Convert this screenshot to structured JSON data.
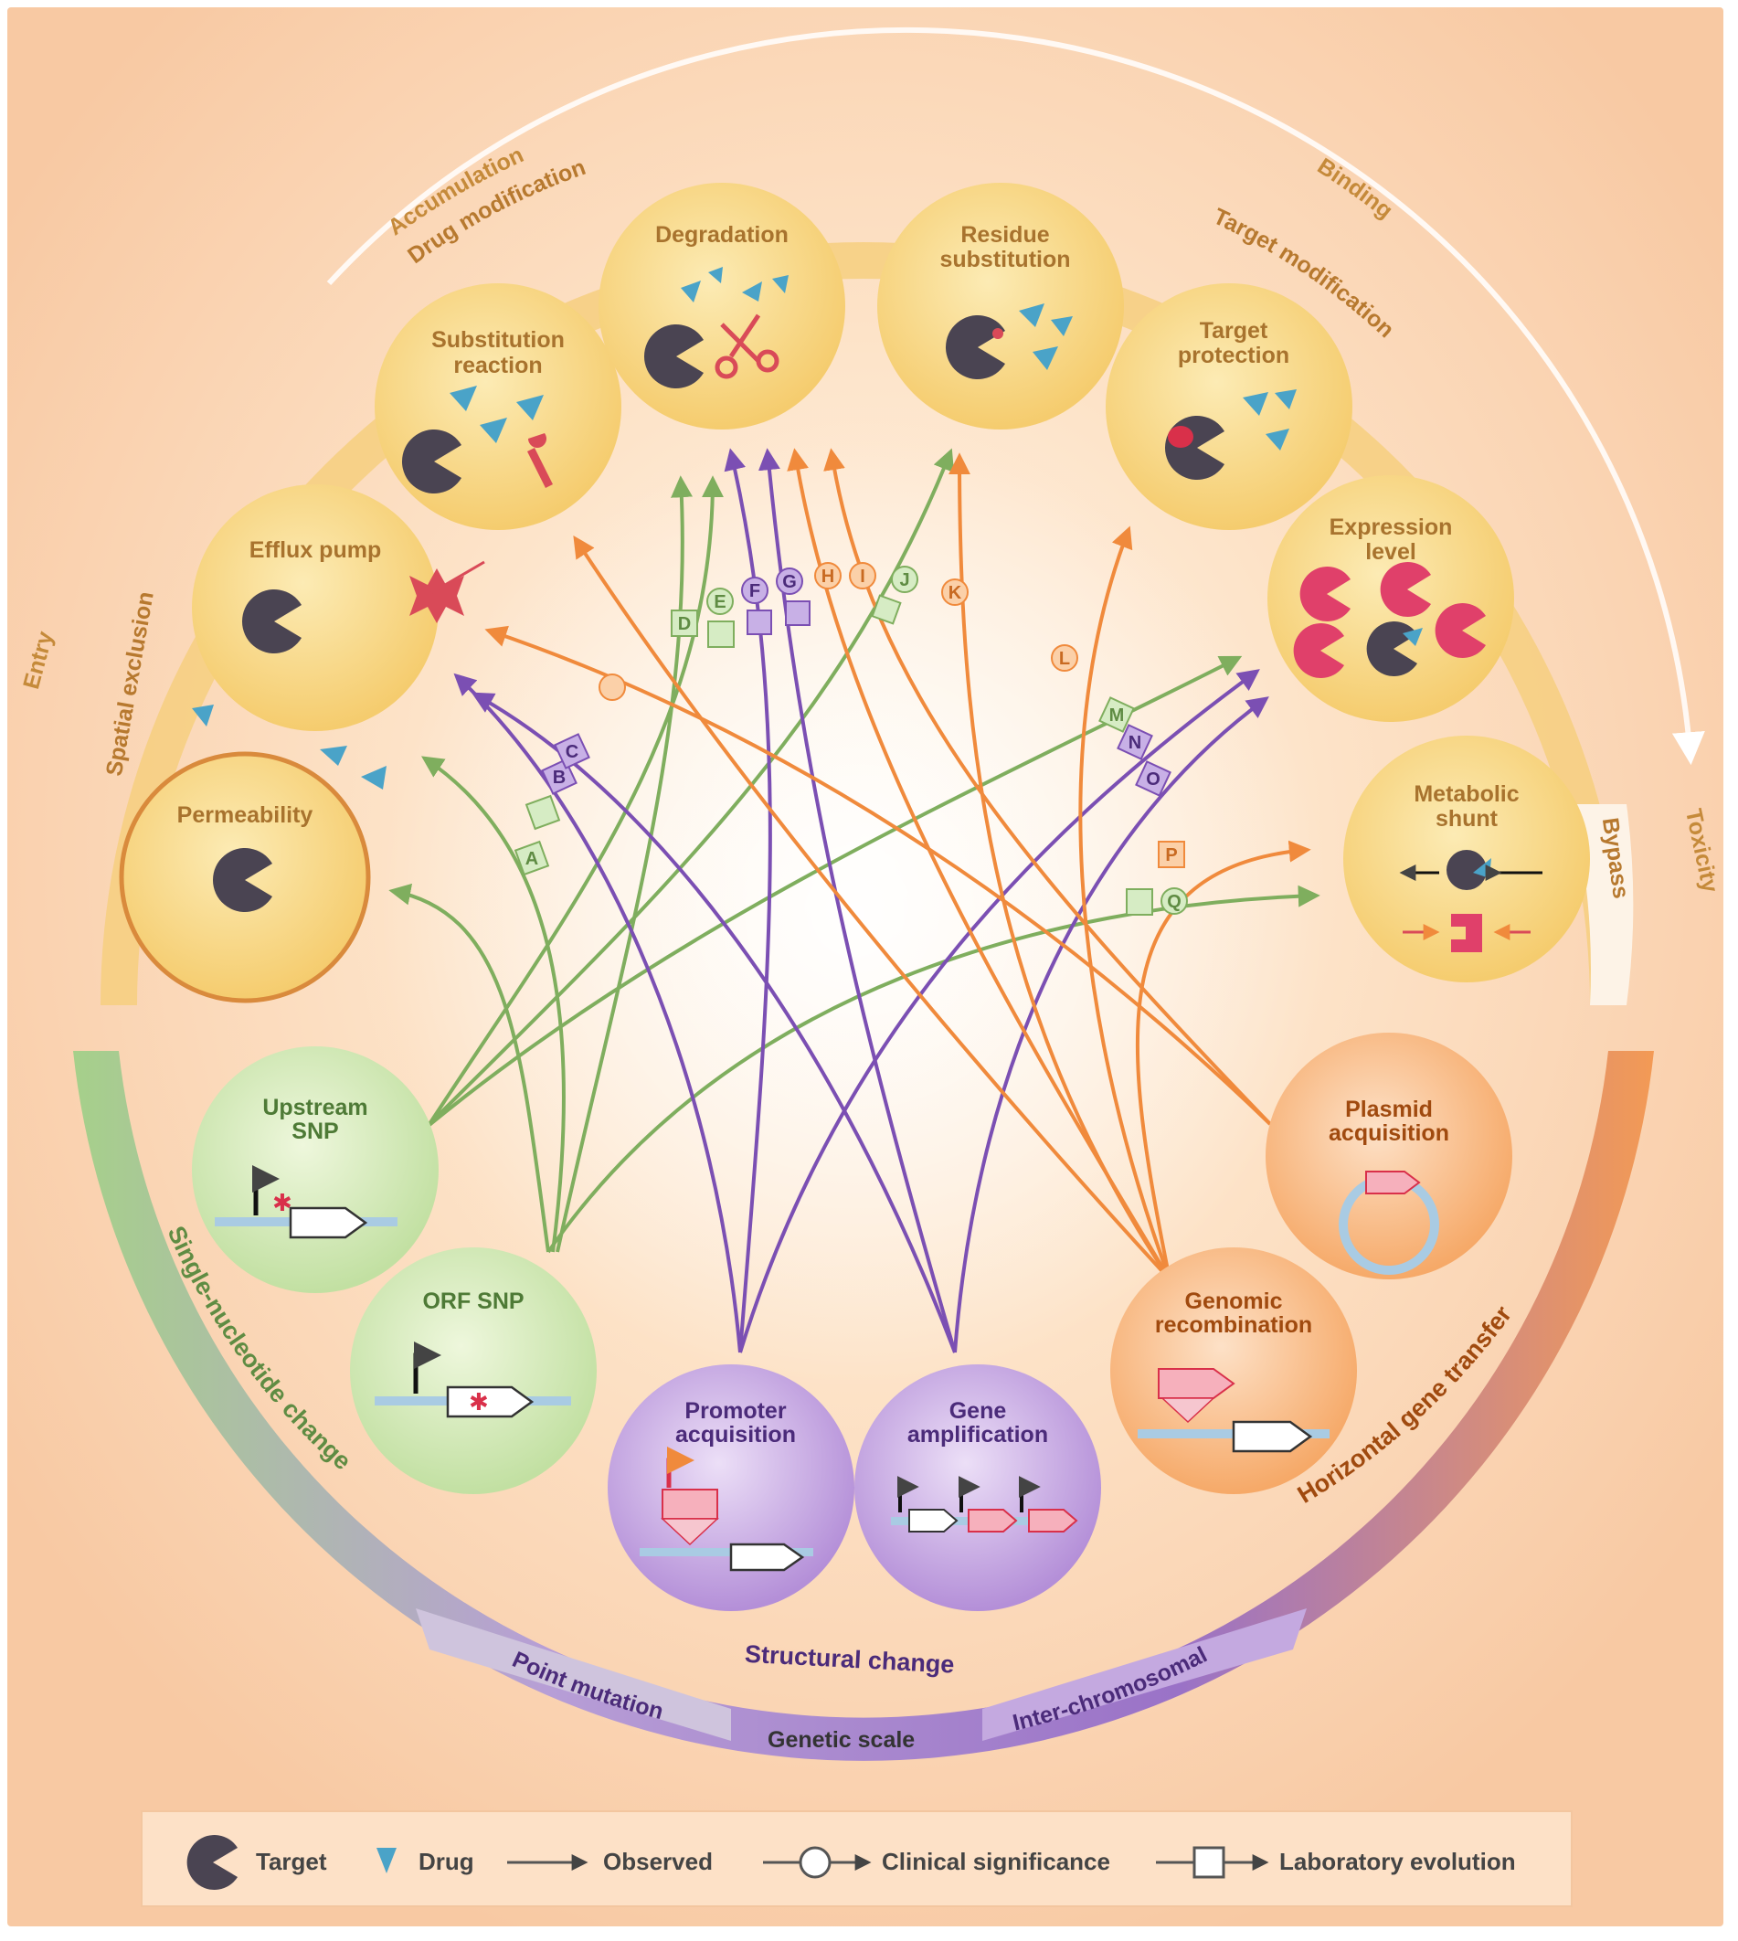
{
  "arcs": {
    "outer_top": {
      "accumulation": "Accumulation",
      "binding": "Binding"
    },
    "outer_sides": {
      "entry": "Entry",
      "toxicity": "Toxicity"
    },
    "inner_top": {
      "drug_modification": "Drug modification",
      "target_modification": "Target modification"
    },
    "inner_sides": {
      "spatial_exclusion": "Spatial exclusion",
      "bypass": "Bypass"
    },
    "bottom": {
      "single_nucleotide": "Single-nucleotide change",
      "structural": "Structural change",
      "horizontal": "Horizontal gene transfer",
      "point_mutation": "Point mutation",
      "genetic_scale": "Genetic scale",
      "inter_chromosomal": "Inter-chromosomal"
    }
  },
  "mechanisms": {
    "permeability": "Permeability",
    "efflux_pump": "Efflux pump",
    "substitution_reaction": [
      "Substitution",
      "reaction"
    ],
    "degradation": "Degradation",
    "residue_substitution": [
      "Residue",
      "substitution"
    ],
    "target_protection": [
      "Target",
      "protection"
    ],
    "expression_level": [
      "Expression",
      "level"
    ],
    "metabolic_shunt": [
      "Metabolic",
      "shunt"
    ]
  },
  "genetic_events": {
    "upstream_snp": [
      "Upstream",
      "SNP"
    ],
    "orf_snp": "ORF SNP",
    "promoter_acquisition": [
      "Promoter",
      "acquisition"
    ],
    "gene_amplification": [
      "Gene",
      "amplification"
    ],
    "genomic_recombination": [
      "Genomic",
      "recombination"
    ],
    "plasmid_acquisition": [
      "Plasmid",
      "acquisition"
    ]
  },
  "path_markers": [
    "A",
    "B",
    "C",
    "D",
    "E",
    "F",
    "G",
    "H",
    "I",
    "J",
    "K",
    "L",
    "M",
    "N",
    "O",
    "P",
    "Q"
  ],
  "legend": {
    "target": "Target",
    "drug": "Drug",
    "observed": "Observed",
    "clinical": "Clinical significance",
    "laboratory": "Laboratory evolution"
  },
  "colors": {
    "single_nucleotide": "#7fae5e",
    "structural": "#7b4fb3",
    "horizontal": "#f08a3c",
    "target": "#4a4452",
    "drug": "#4aa3c8",
    "mechanism_fill": "#f8d98a",
    "background": "#fbd6b5"
  }
}
